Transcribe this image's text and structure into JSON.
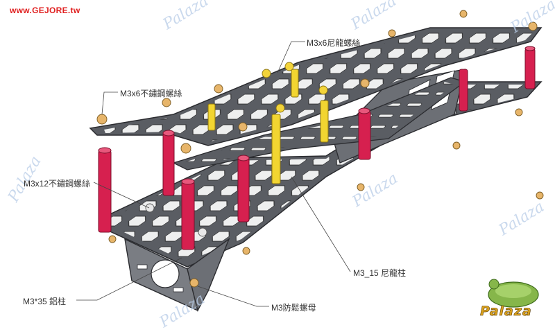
{
  "site_label": "www.GEJORE.tw",
  "watermark_text": "Palaza",
  "logo_text": "Palaza",
  "callouts": {
    "nylon_screw": "M3x6尼龍螺絲",
    "stainless_screw_m3x6": "M3x6不鏽鋼螺絲",
    "stainless_screw_m3x12": "M3x12不鏽鋼螺絲",
    "nylon_standoff": "M3_15 尼龍柱",
    "aluminum_standoff": "M3*35 鋁柱",
    "lock_nut": "M3防鬆螺母"
  },
  "colors": {
    "plate": "#5a5d63",
    "plate_edge": "#2b2c30",
    "aluminum_post": "#d6204f",
    "nylon_post": "#f2d531",
    "stainless_screw": "#e7b56a",
    "nylon_screw_head": "#f3d43a"
  }
}
